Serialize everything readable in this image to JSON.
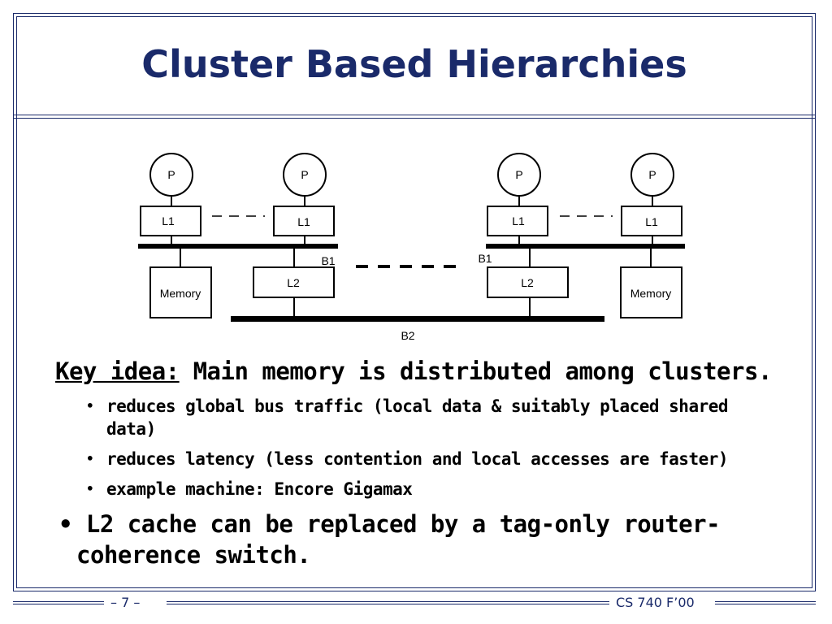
{
  "slide": {
    "title": "Cluster Based Hierarchies",
    "key_idea_label": "Key idea:",
    "key_idea_text": " Main memory is distributed among clusters.",
    "sub_bullets": [
      "reduces global bus traffic (local data & suitably placed shared data)",
      "reduces latency (less contention and local accesses are faster)",
      "example machine: Encore Gigamax"
    ],
    "main_bullet": "L2 cache can be replaced by a tag-only router-coherence switch.",
    "footer_page": "– 7 –",
    "footer_course": "CS 740 F’00"
  },
  "diagram": {
    "processor_label": "P",
    "l1_label": "L1",
    "l2_label": "L2",
    "memory_label": "Memory",
    "bus_b1_label": "B1",
    "bus_b2_label": "B2"
  },
  "colors": {
    "accent": "#1a2a6a",
    "text": "#000000"
  }
}
